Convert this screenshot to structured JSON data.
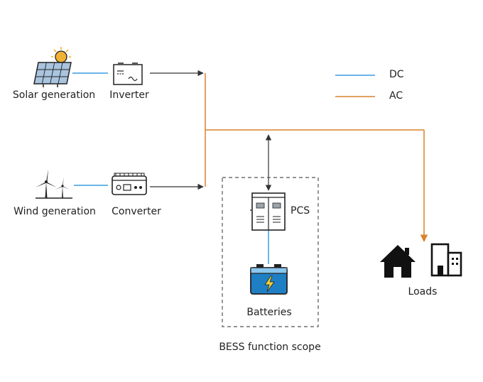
{
  "diagram": {
    "sources": {
      "solar": {
        "label": "Solar generation",
        "icon": "solar-panel-icon"
      },
      "wind": {
        "label": "Wind generation",
        "icon": "wind-turbine-icon"
      }
    },
    "devices": {
      "inverter": {
        "label": "Inverter",
        "icon": "inverter-icon"
      },
      "converter": {
        "label": "Converter",
        "icon": "converter-icon"
      },
      "pcs": {
        "label": "PCS",
        "icon": "pcs-cabinet-icon"
      },
      "batteries": {
        "label": "Batteries",
        "icon": "battery-icon"
      }
    },
    "loads": {
      "label": "Loads",
      "icons": [
        "house-icon",
        "building-icon"
      ]
    },
    "bess_scope": {
      "label": "BESS function scope"
    },
    "legend": [
      {
        "label": "DC",
        "color": "#3a9be0"
      },
      {
        "label": "AC",
        "color": "#d9822b"
      }
    ],
    "colors": {
      "dc_line": "#3a9be0",
      "ac_line": "#d9822b",
      "connector": "#333333",
      "icon_dark": "#222222",
      "battery_blue": "#1f7fc4"
    }
  }
}
